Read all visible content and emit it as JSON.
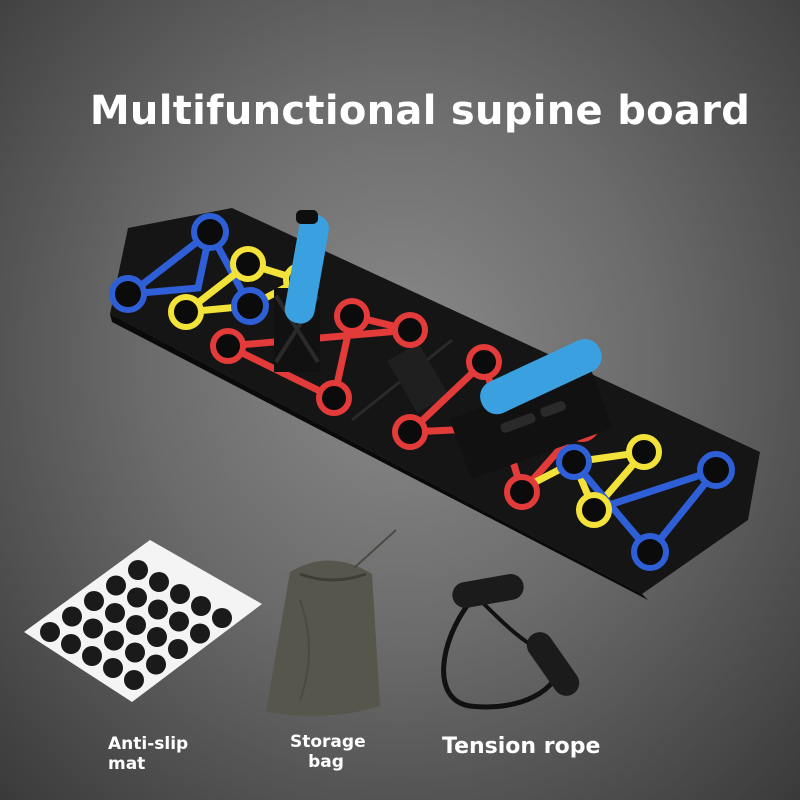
{
  "title": "Multifunctional supine board",
  "accessories": {
    "mat": {
      "line1": "Anti-slip",
      "line2": "mat"
    },
    "bag": {
      "line1": "Storage",
      "line2": "bag"
    },
    "rope": {
      "label": "Tension rope"
    }
  },
  "colors": {
    "blue": "#2f5fd6",
    "yellow": "#f2e23a",
    "red": "#e33a3a",
    "board": "#141414",
    "handle": "#3aa0e0"
  }
}
